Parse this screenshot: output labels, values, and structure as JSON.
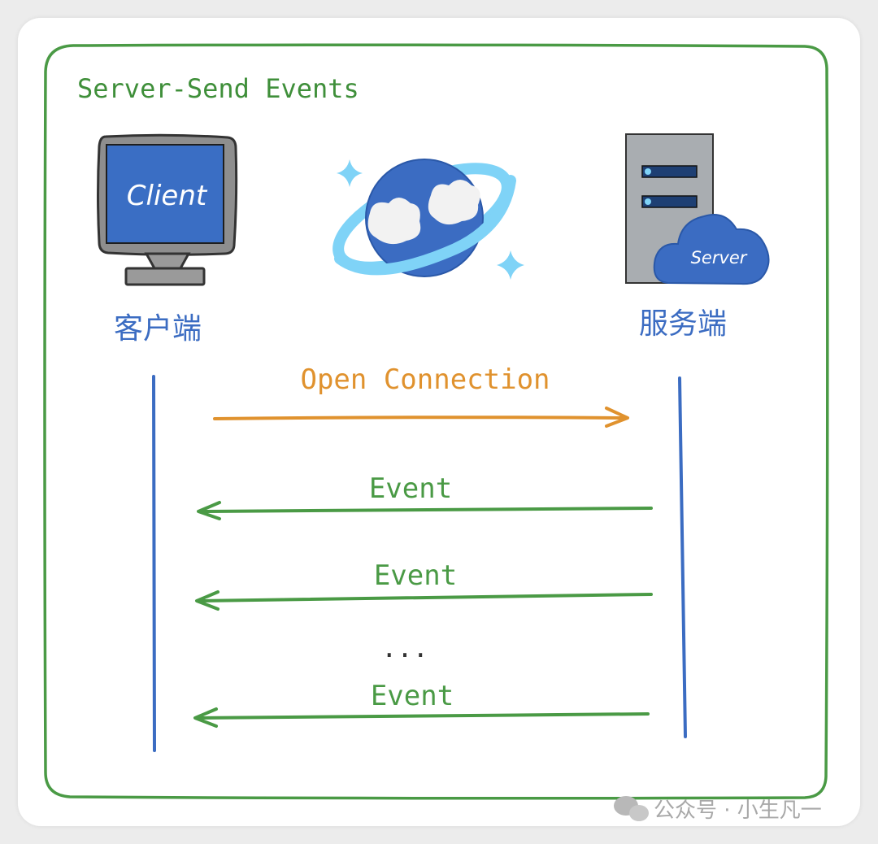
{
  "diagram": {
    "title": "Server-Send Events",
    "client": {
      "screen_label": "Client",
      "caption": "客户端"
    },
    "server": {
      "cloud_label": "Server",
      "caption": "服务端"
    },
    "messages": [
      {
        "label": "Open Connection",
        "direction": "client-to-server"
      },
      {
        "label": "Event",
        "direction": "server-to-client"
      },
      {
        "label": "Event",
        "direction": "server-to-client"
      },
      {
        "label": "...",
        "direction": "none"
      },
      {
        "label": "Event",
        "direction": "server-to-client"
      }
    ],
    "watermark": "公众号 · 小生凡一"
  },
  "colors": {
    "frame": "#4a9a45",
    "title": "#3f8f3a",
    "lifeline": "#3b6cc2",
    "request": "#e0922e",
    "event": "#4a9a45",
    "caption": "#3b6cc2"
  },
  "icons": {
    "client": "monitor-icon",
    "network": "planet-icon",
    "server": "server-rack-icon"
  }
}
